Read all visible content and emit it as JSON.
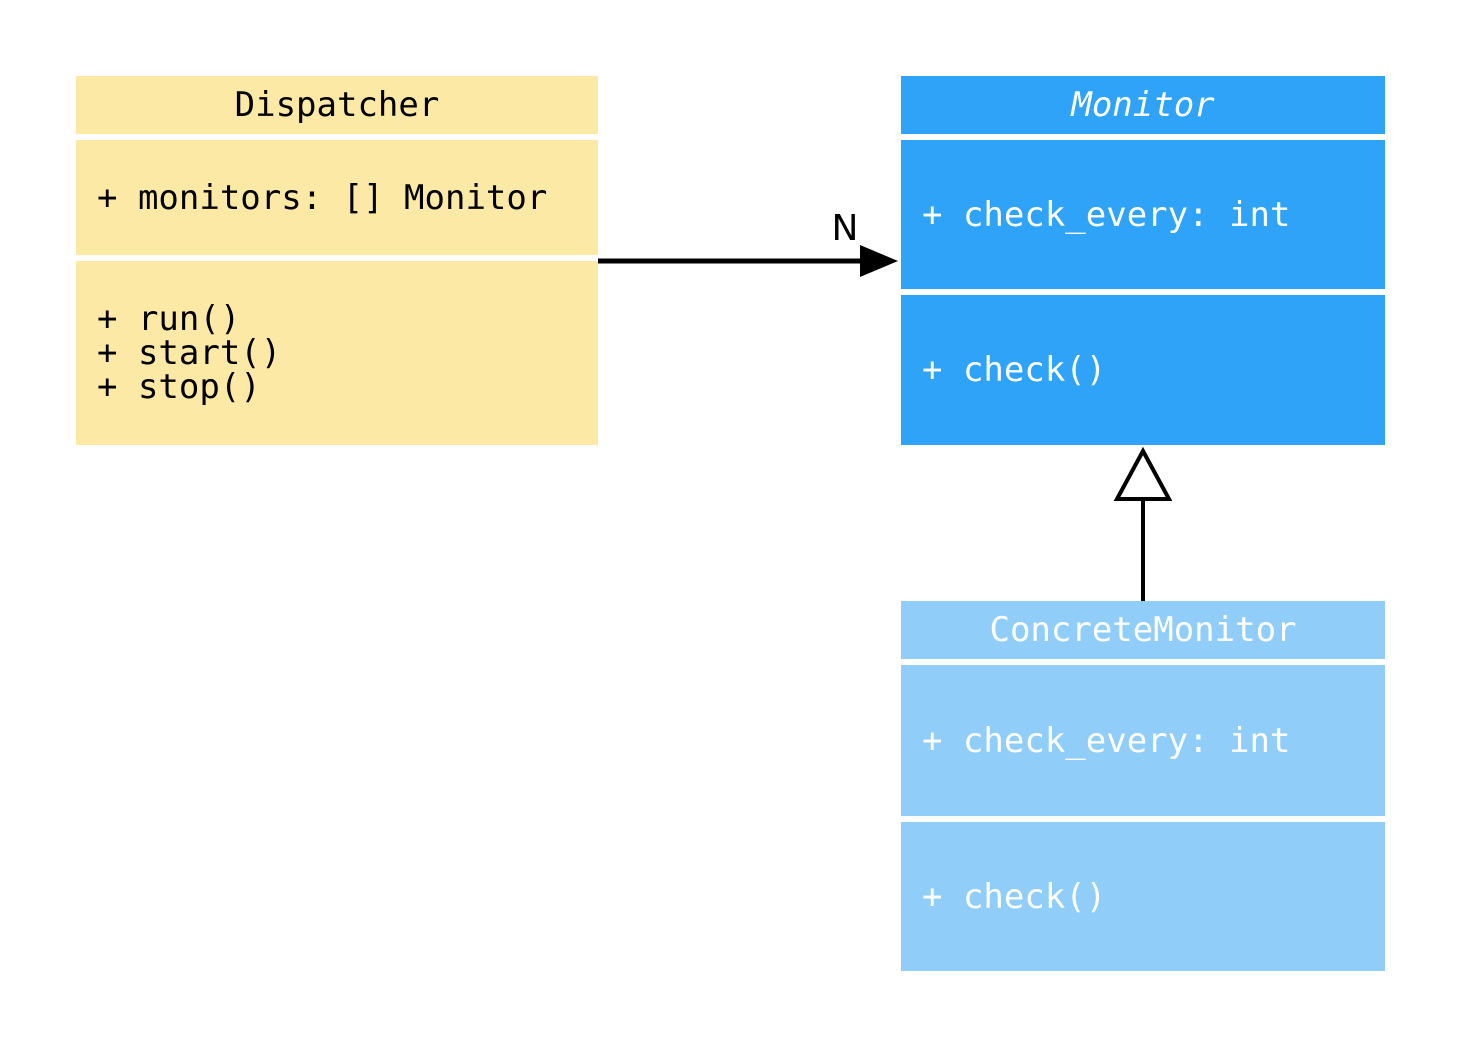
{
  "diagram": {
    "kind": "uml-class-diagram",
    "background_color": "#ffffff",
    "connector_color": "#000000",
    "classes": [
      {
        "name": "Dispatcher",
        "abstract": false,
        "fill_color": "#FCE9A6",
        "text_color": "#000000",
        "attributes": [
          "+ monitors: [] Monitor"
        ],
        "methods": [
          "+ run()",
          "+ start()",
          "+ stop()"
        ]
      },
      {
        "name": "Monitor",
        "abstract": true,
        "fill_color": "#2EA3F7",
        "text_color": "#ffffff",
        "attributes": [
          "+ check_every: int"
        ],
        "methods": [
          "+ check()"
        ]
      },
      {
        "name": "ConcreteMonitor",
        "abstract": false,
        "fill_color": "#90CEF9",
        "text_color": "#ffffff",
        "attributes": [
          "+ check_every: int"
        ],
        "methods": [
          "+ check()"
        ]
      }
    ],
    "relations": [
      {
        "type": "association",
        "from": "Dispatcher",
        "to": "Monitor",
        "multiplicity_label": "N"
      },
      {
        "type": "inheritance",
        "from": "ConcreteMonitor",
        "to": "Monitor",
        "multiplicity_label": ""
      }
    ]
  }
}
